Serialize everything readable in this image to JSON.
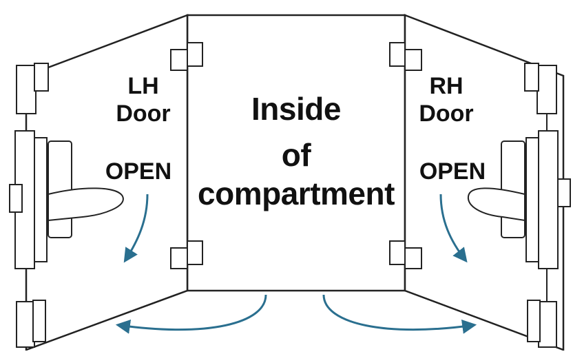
{
  "left_door": {
    "side": "LH",
    "word": "Door",
    "action": "OPEN"
  },
  "center": {
    "line1": "Inside",
    "line2": "of",
    "line3": "compartment"
  },
  "right_door": {
    "side": "RH",
    "word": "Door",
    "action": "OPEN"
  },
  "colors": {
    "line": "#222222",
    "arrow": "#2a6f8f",
    "background": "#ffffff"
  }
}
